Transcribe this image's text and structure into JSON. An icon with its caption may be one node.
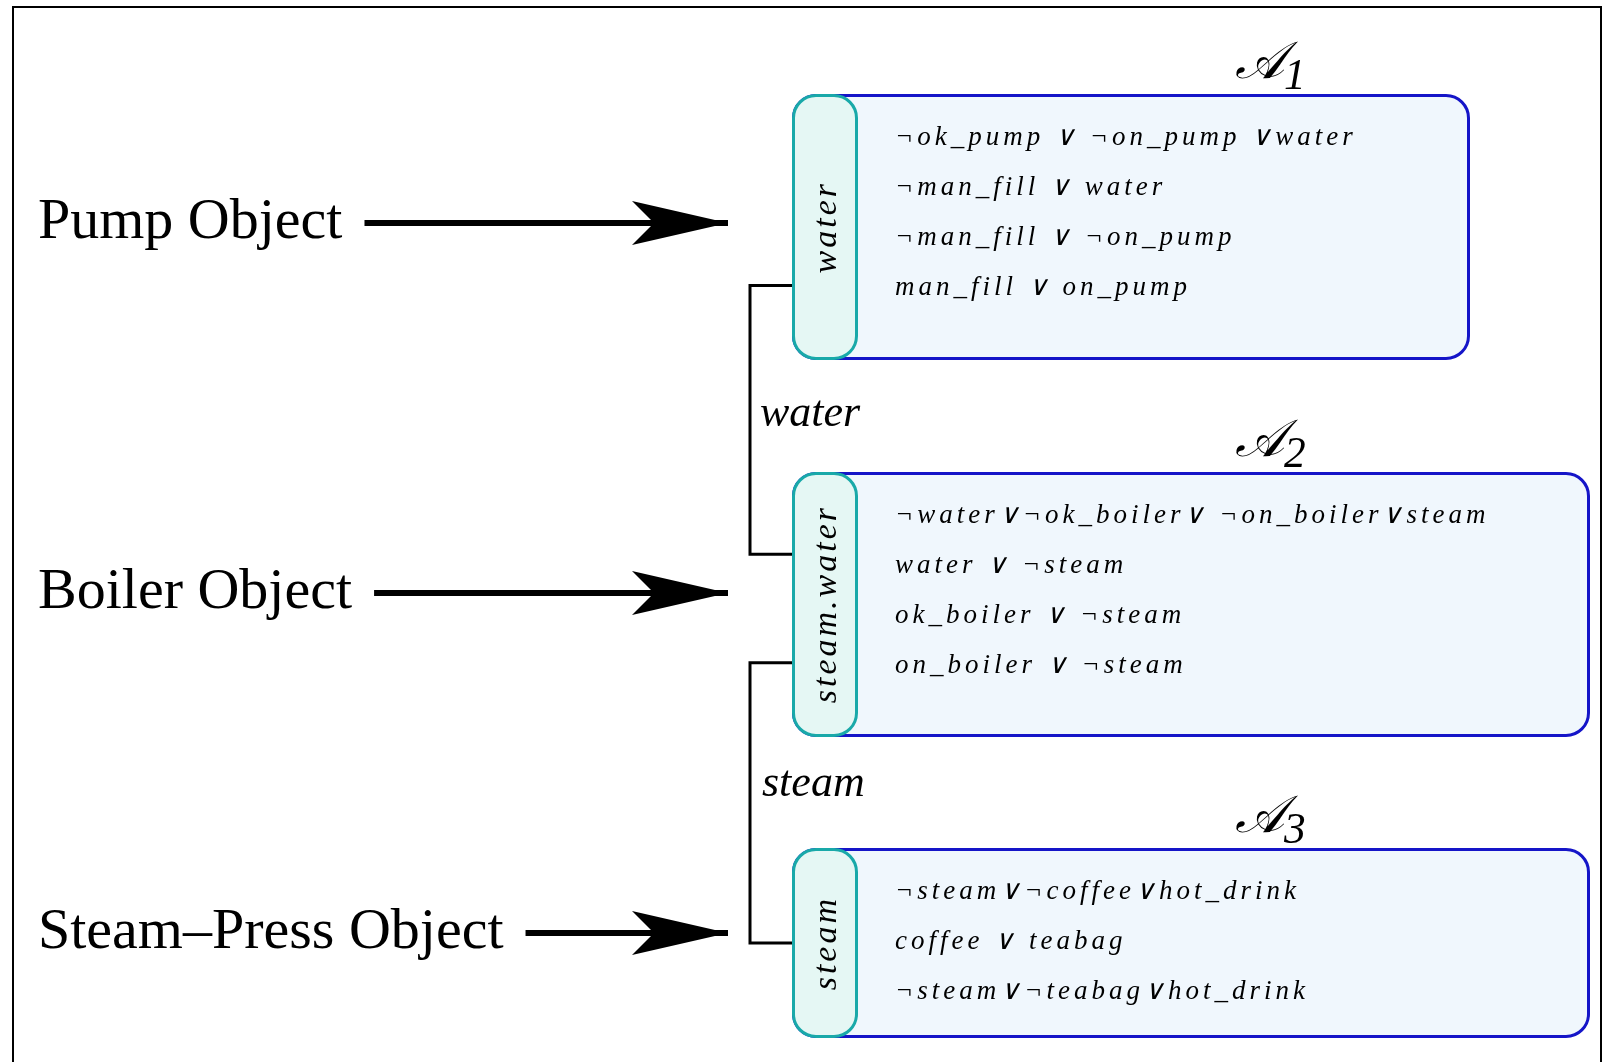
{
  "diagram": {
    "nodes": [
      {
        "text": [
          "Pump Object"
        ]
      },
      {
        "text": [
          "Boiler Object"
        ]
      },
      {
        "text": [
          "Steam–Press Object"
        ]
      },
      {
        "text": [
          "𝒜$_{1}$",
          "¬ok_pump ∨ ¬on_pump ∨water",
          "¬man_fill ∨ water",
          "¬man_fill ∨ ¬on_pump",
          "man_fill ∨ on_pump"
        ]
      },
      {
        "text": [
          "water"
        ],
        "in": 3
      },
      {
        "text": [
          "𝒜$_{2}$",
          "¬water∨¬ok_boiler∨ ¬on_boiler∨steam",
          "water ∨ ¬steam",
          "ok_boiler ∨ ¬steam",
          "on_boiler ∨ ¬steam"
        ]
      },
      {
        "text": [
          "steam.water"
        ],
        "in": 5
      },
      {
        "text": [
          "𝒜$_{3}$",
          "¬steam∨¬coffee∨hot_drink",
          "coffee ∨ teabag",
          "¬steam∨¬teabag∨hot_drink"
        ]
      },
      {
        "text": [
          "steam"
        ],
        "in": 7
      }
    ],
    "edges": [
      {
        "from": 0,
        "to": 3,
        "arrow": "to"
      },
      {
        "from": 1,
        "to": 5,
        "arrow": "to"
      },
      {
        "from": 2,
        "to": 7,
        "arrow": "to"
      },
      {
        "from": 4,
        "to": 6,
        "arrow": "none",
        "label": "water"
      },
      {
        "from": 6,
        "to": 8,
        "arrow": "none",
        "label": "steam"
      }
    ]
  }
}
